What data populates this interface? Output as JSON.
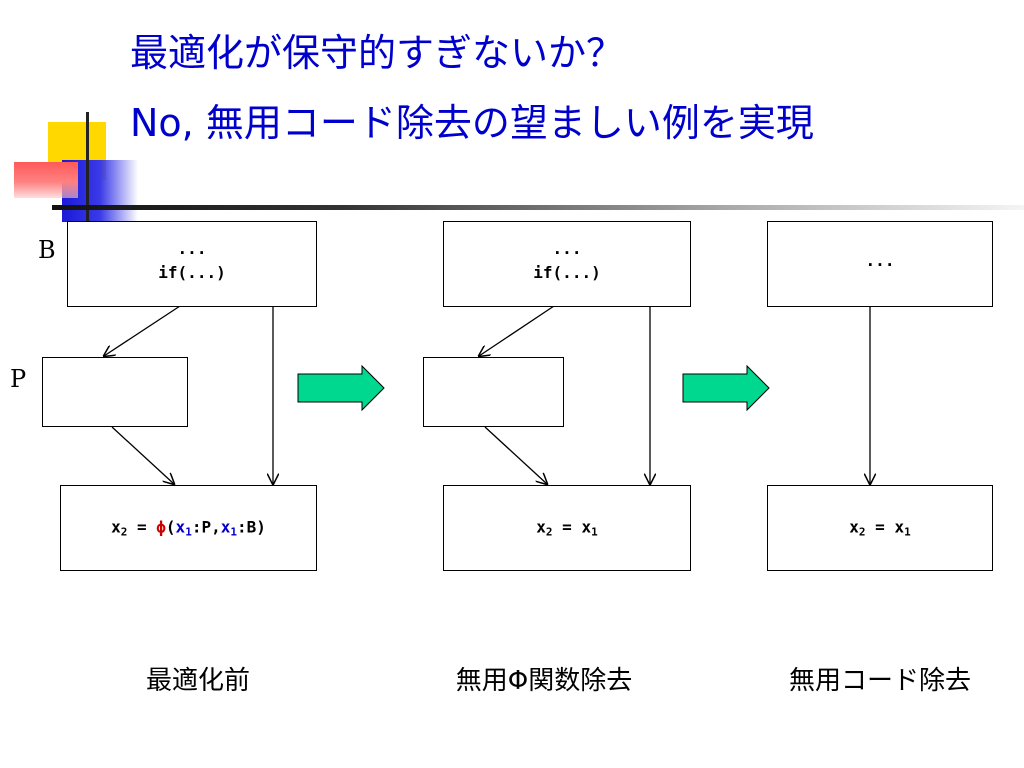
{
  "title": {
    "line1": "最適化が保守的すぎないか？",
    "line2": "No, 無用コード除去の望ましい例を実現"
  },
  "side_labels": {
    "b": "B",
    "p": "P"
  },
  "panels": [
    {
      "top_code_line1": "...",
      "top_code_line2": "if(...)",
      "formula": {
        "lhs": "x",
        "lhs_sub": "2",
        "eq": " = ",
        "phi": "ϕ",
        "open": "(",
        "arg1": "x",
        "arg1_sub": "1",
        "arg1_label": ":P,",
        "arg2": "x",
        "arg2_sub": "1",
        "arg2_label": ":B)"
      },
      "caption": "最適化前"
    },
    {
      "top_code_line1": "...",
      "top_code_line2": "if(...)",
      "formula": {
        "lhs": "x",
        "lhs_sub": "2",
        "eq": " = ",
        "rhs": "x",
        "rhs_sub": "1"
      },
      "caption": "無用Φ関数除去"
    },
    {
      "top_code_line1": "...",
      "formula": {
        "lhs": "x",
        "lhs_sub": "2",
        "eq": " = ",
        "rhs": "x",
        "rhs_sub": "1"
      },
      "caption": "無用コード除去"
    }
  ],
  "colors": {
    "title": "#0000cc",
    "arrow_fill": "#00d890",
    "phi": "#cc0000",
    "x1": "#0000cc"
  }
}
